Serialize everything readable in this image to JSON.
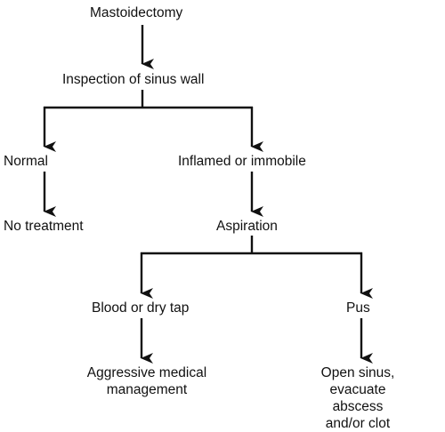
{
  "diagram": {
    "nodes": {
      "mastoidectomy": "Mastoidectomy",
      "inspection": "Inspection of sinus wall",
      "normal": "Normal",
      "inflamed": "Inflamed or immobile",
      "no_treatment": "No treatment",
      "aspiration": "Aspiration",
      "blood_dry_tap": "Blood or dry tap",
      "pus": "Pus",
      "aggressive": [
        "Aggressive medical",
        "management"
      ],
      "open_sinus": [
        "Open sinus, evacuate",
        "abscess and/or clot"
      ]
    },
    "colors": {
      "line": "#111111",
      "text": "#111111",
      "background": "#ffffff"
    }
  }
}
